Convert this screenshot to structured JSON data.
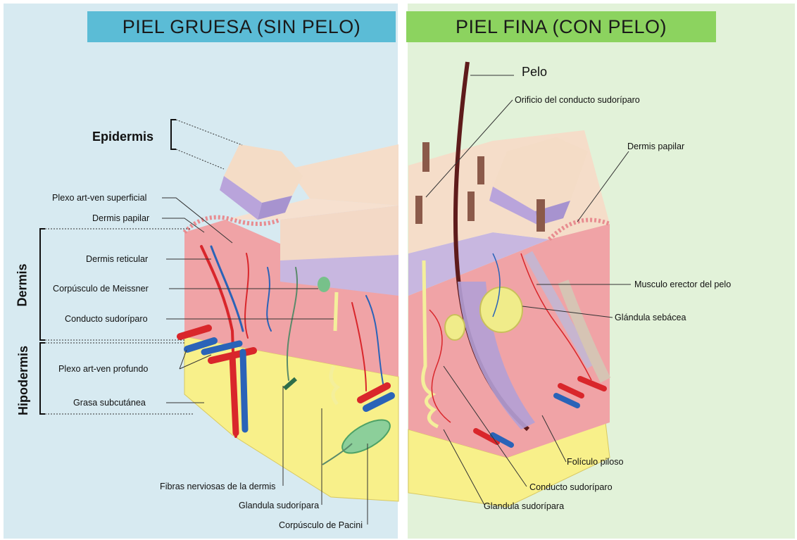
{
  "colors": {
    "left_bg": "#d7eaf1",
    "right_bg": "#e2f2d9",
    "left_header": "#5bbcd6",
    "right_header": "#8cd35f",
    "artery": "#d9262b",
    "vein": "#2a63b8",
    "fat": "#f8f08a",
    "dermis": "#f0a3a6",
    "epidermis": "#c8b7e0"
  },
  "headers": {
    "left": "PIEL GRUESA (SIN PELO)",
    "right": "PIEL FINA (CON PELO)"
  },
  "layers": {
    "epidermis": "Epidermis",
    "dermis": "Dermis",
    "hipodermis": "Hipodermis"
  },
  "labels_left": {
    "plexo_superficial": "Plexo art-ven superficial",
    "dermis_papilar": "Dermis papilar",
    "dermis_reticular": "Dermis reticular",
    "meissner": "Corpúsculo de Meissner",
    "conducto": "Conducto sudoríparo",
    "plexo_profundo": "Plexo art-ven profundo",
    "grasa": "Grasa subcutánea",
    "fibras": "Fibras nerviosas de la dermis",
    "glandula": "Glandula sudorípara",
    "pacini": "Corpúsculo de Pacini"
  },
  "labels_right": {
    "pelo": "Pelo",
    "orificio": "Orificio del conducto sudoríparo",
    "dermis_papilar": "Dermis papilar",
    "musculo": "Musculo erector del pelo",
    "sebacea": "Glándula sebácea",
    "foliculo": "Folículo piloso",
    "conducto": "Conducto sudoríparo",
    "glandula": "Glandula sudorípara"
  }
}
